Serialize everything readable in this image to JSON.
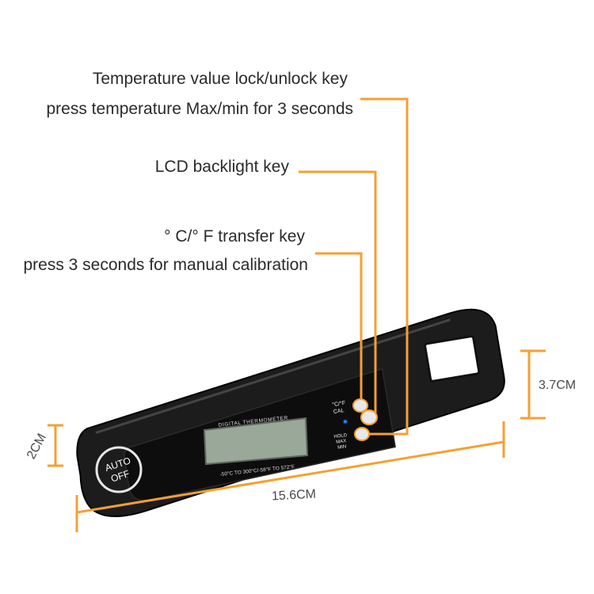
{
  "callouts": {
    "lock_key": "Temperature value lock/unlock key",
    "lock_key_detail": "press temperature Max/min for 3 seconds",
    "backlight_key": "LCD backlight key",
    "unit_key": "° C/° F transfer key",
    "unit_key_detail": "press 3 seconds for manual calibration"
  },
  "dimensions": {
    "height_left": "2CM",
    "height_right": "3.7CM",
    "length": "15.6CM"
  },
  "device": {
    "panel_title": "DIGITAL THERMOMETER",
    "range_text": "-50°C TO 300°C/-58°F TO 572°F",
    "auto_off_top": "AUTO",
    "auto_off_bottom": "OFF",
    "key_unit_top": "°C/°F",
    "key_unit_bottom": "CAL",
    "key_hold_1": "HOLD",
    "key_hold_2": "MAX",
    "key_hold_3": "MIN"
  },
  "colors": {
    "accent": "#f5a033",
    "body": "#1c1c1c",
    "lcd": "#9aa89a"
  }
}
